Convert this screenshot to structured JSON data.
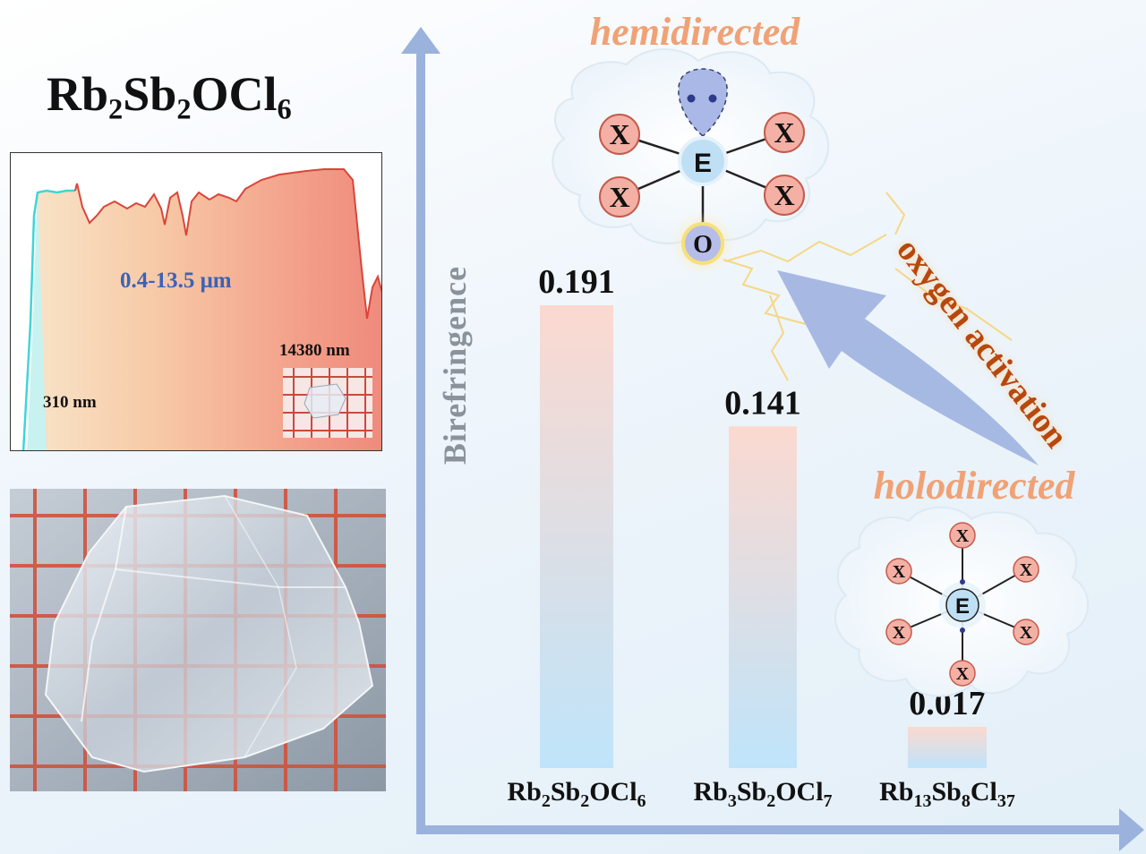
{
  "title": {
    "prefix": "Rb",
    "sub1": "2",
    "mid": "Sb",
    "sub2": "2",
    "suffix": "OCl",
    "sub3": "6"
  },
  "spectrum": {
    "range_label": "0.4-13.5 μm",
    "uv_edge_label": "310 nm",
    "ir_edge_label": "14380 nm",
    "colors": {
      "line": "#d9463a",
      "uv": "#3fd6d6",
      "range_text": "#3a63b8"
    }
  },
  "chart_data": {
    "type": "bar",
    "ylabel": "Birefringence",
    "categories": [
      "Rb2Sb2OCl6",
      "Rb3Sb2OCl7",
      "Rb13Sb8Cl37"
    ],
    "category_parts": [
      [
        [
          "Rb",
          ""
        ],
        [
          "2",
          "sub"
        ],
        [
          "Sb",
          ""
        ],
        [
          "2",
          "sub"
        ],
        [
          "OCl",
          ""
        ],
        [
          "6",
          "sub"
        ]
      ],
      [
        [
          "Rb",
          ""
        ],
        [
          "3",
          "sub"
        ],
        [
          "Sb",
          ""
        ],
        [
          "2",
          "sub"
        ],
        [
          "OCl",
          ""
        ],
        [
          "7",
          "sub"
        ]
      ],
      [
        [
          "Rb",
          ""
        ],
        [
          "13",
          "sub"
        ],
        [
          "Sb",
          ""
        ],
        [
          "8",
          "sub"
        ],
        [
          "Cl",
          ""
        ],
        [
          "37",
          "sub"
        ]
      ]
    ],
    "values": [
      0.191,
      0.141,
      0.017
    ],
    "value_labels": [
      "0.191",
      "0.141",
      "0.017"
    ],
    "ylim": [
      0,
      0.2
    ],
    "grid": false,
    "colors": {
      "bar_top": "#fbd9d0",
      "bar_bottom": "#bfe4fa",
      "axis": "#9ab2dc"
    }
  },
  "annotations": {
    "hemidirected": "hemidirected",
    "holodirected": "holodirected",
    "oxygen_activation": "oxygen activation",
    "atom_x": "X",
    "atom_e": "E",
    "atom_o": "O",
    "colors": {
      "label": "#f0a276",
      "arrow": "#9fb3e0",
      "activation": "#b8470e",
      "x_atom": "#f4b0a4",
      "e_atom": "#bfe0f4"
    }
  }
}
